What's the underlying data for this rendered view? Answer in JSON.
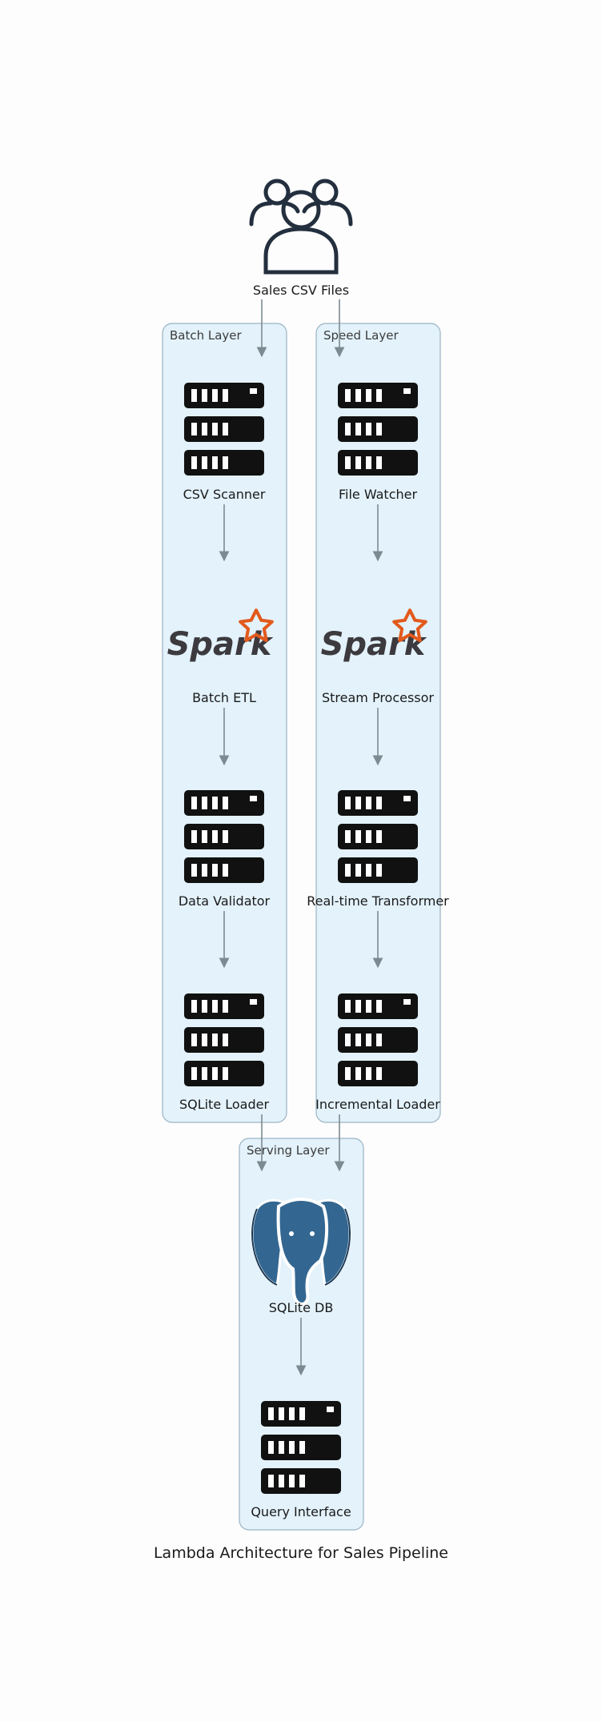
{
  "title": "Lambda Architecture for Sales Pipeline",
  "colors": {
    "cluster_fill": "#e3f2fb",
    "cluster_border": "#9bb4c4",
    "edge": "#7d8a92",
    "spark_orange": "#e25a1c",
    "postgres_blue": "#336791",
    "icon_dark": "#232f3e"
  },
  "clusters": {
    "batch": "Batch Layer",
    "speed": "Speed Layer",
    "serving": "Serving Layer"
  },
  "nodes": {
    "source": {
      "label": "Sales CSV Files",
      "icon": "users-icon"
    },
    "csv_scanner": {
      "label": "CSV Scanner",
      "icon": "server-icon"
    },
    "batch_etl": {
      "label": "Batch ETL",
      "icon": "spark-logo"
    },
    "data_validator": {
      "label": "Data Validator",
      "icon": "server-icon"
    },
    "sqlite_loader": {
      "label": "SQLite Loader",
      "icon": "server-icon"
    },
    "file_watcher": {
      "label": "File Watcher",
      "icon": "server-icon"
    },
    "stream_processor": {
      "label": "Stream Processor",
      "icon": "spark-logo"
    },
    "realtime_transformer": {
      "label": "Real-time Transformer",
      "icon": "server-icon"
    },
    "incremental_loader": {
      "label": "Incremental Loader",
      "icon": "server-icon"
    },
    "sqlite_db": {
      "label": "SQLite DB",
      "icon": "postgresql-elephant-logo"
    },
    "query_interface": {
      "label": "Query Interface",
      "icon": "server-icon"
    }
  },
  "logo_text": {
    "spark": "Spark"
  },
  "edges": [
    {
      "from": "Sales CSV Files",
      "to": "CSV Scanner"
    },
    {
      "from": "Sales CSV Files",
      "to": "File Watcher"
    },
    {
      "from": "CSV Scanner",
      "to": "Batch ETL"
    },
    {
      "from": "Batch ETL",
      "to": "Data Validator"
    },
    {
      "from": "Data Validator",
      "to": "SQLite Loader"
    },
    {
      "from": "File Watcher",
      "to": "Stream Processor"
    },
    {
      "from": "Stream Processor",
      "to": "Real-time Transformer"
    },
    {
      "from": "Real-time Transformer",
      "to": "Incremental Loader"
    },
    {
      "from": "SQLite Loader",
      "to": "SQLite DB"
    },
    {
      "from": "Incremental Loader",
      "to": "SQLite DB"
    },
    {
      "from": "SQLite DB",
      "to": "Query Interface"
    }
  ]
}
